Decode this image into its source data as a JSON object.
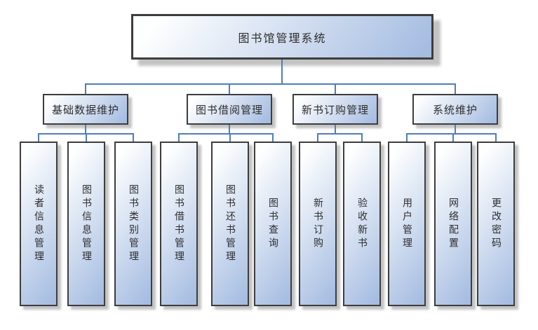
{
  "diagram": {
    "type": "hierarchy",
    "root": {
      "label": "图书馆管理系统"
    },
    "branches": [
      {
        "label": "基础数据维护",
        "children": [
          "读者信息管理",
          "图书信息管理",
          "图书类别管理"
        ]
      },
      {
        "label": "图书借阅管理",
        "children": [
          "图书借书管理",
          "图书还书管理",
          "图书查询"
        ]
      },
      {
        "label": "新书订购管理",
        "children": [
          "新书订购",
          "验收新书"
        ]
      },
      {
        "label": "系统维护",
        "children": [
          "用户管理",
          "网络配置",
          "更改密码"
        ]
      }
    ]
  },
  "colors": {
    "background": "#ffffff",
    "border": "#3d3d3d",
    "box-start": "#feffff",
    "box-end": "#a6bde2",
    "connector": "#4f7dba",
    "shadow": "#c3c3c3",
    "text": "#2e2e2e"
  }
}
